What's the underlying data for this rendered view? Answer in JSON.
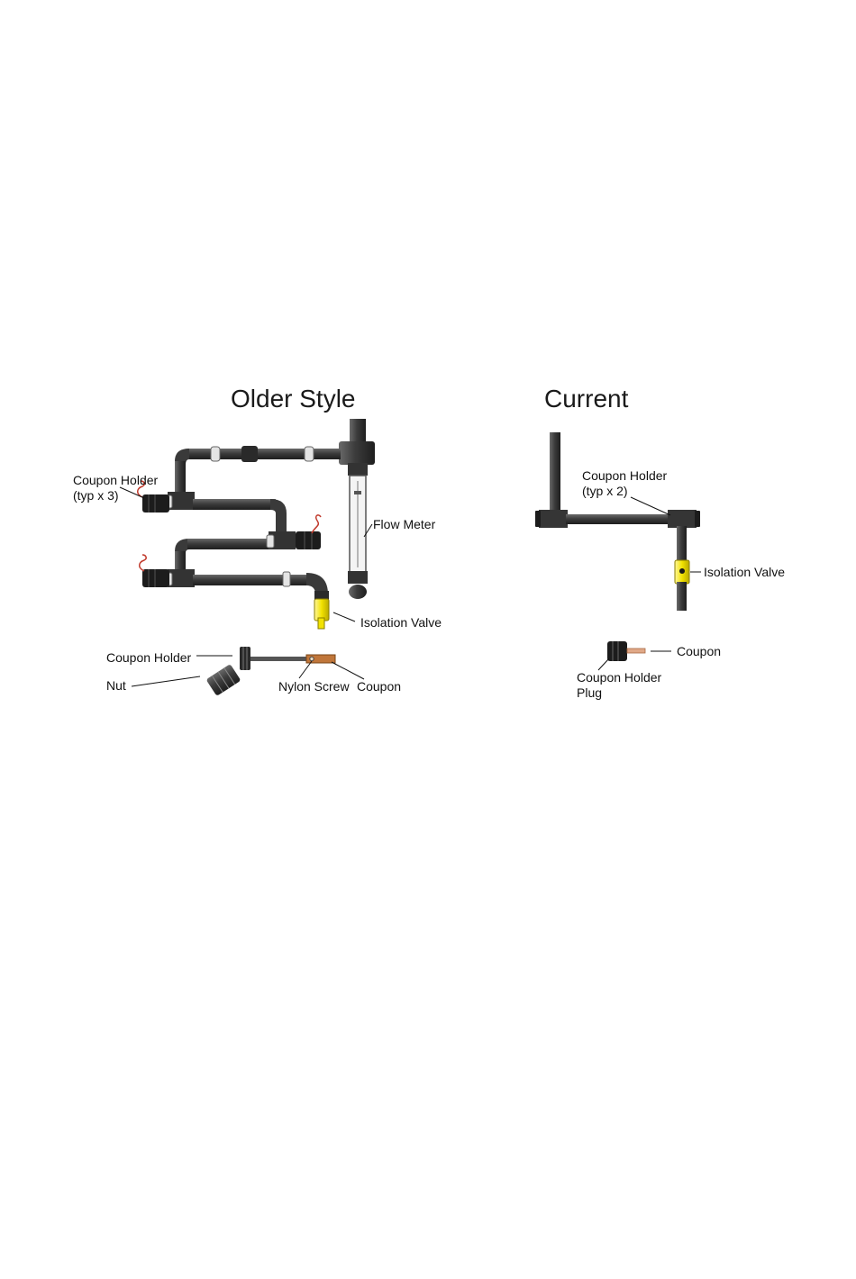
{
  "older": {
    "title": "Older Style",
    "labels": {
      "coupon_holder_line1": "Coupon Holder",
      "coupon_holder_line2": "(typ x 3)",
      "flow_meter": "Flow Meter",
      "isolation_valve": "Isolation Valve",
      "coupon_holder_part": "Coupon Holder",
      "nut": "Nut",
      "nylon_screw": "Nylon Screw",
      "coupon": "Coupon"
    }
  },
  "current": {
    "title": "Current",
    "labels": {
      "coupon_holder_line1": "Coupon Holder",
      "coupon_holder_line2": "(typ x 2)",
      "isolation_valve": "Isolation Valve",
      "coupon": "Coupon",
      "plug_line1": "Coupon Holder",
      "plug_line2": "Plug"
    }
  },
  "colors": {
    "pipe": "#3c3c3c",
    "pipe_dark": "#222222",
    "valve": "#f2e200",
    "coupon": "#c0763a",
    "wire": "#c0392b",
    "clamp": "#d8d8d8"
  }
}
